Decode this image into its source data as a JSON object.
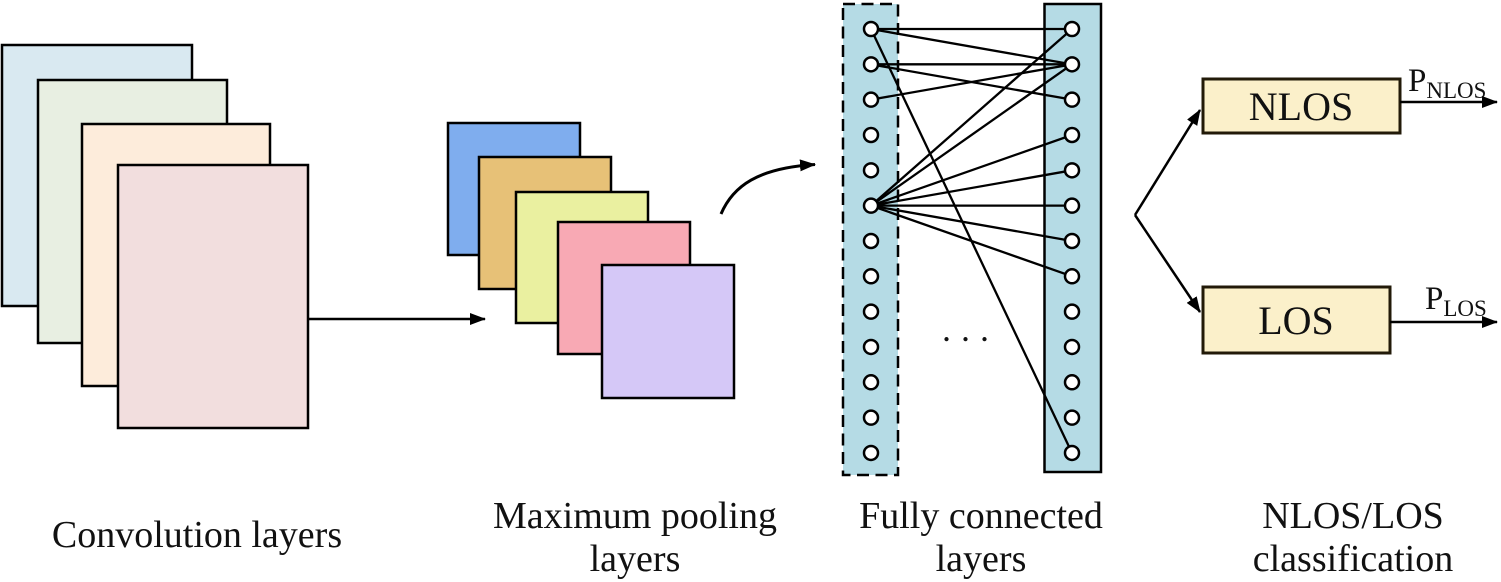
{
  "sections": {
    "convolution": {
      "label": "Convolution layers",
      "layer_colors": [
        "#d9e9f1",
        "#e8efe2",
        "#fdecdb",
        "#f2dede"
      ]
    },
    "pooling": {
      "label_line1": "Maximum pooling",
      "label_line2": "layers",
      "layer_colors": [
        "#7fadee",
        "#e7c177",
        "#eaf0a0",
        "#f8a9b4",
        "#d5c8f7"
      ]
    },
    "fully_connected": {
      "label_line1": "Fully connected",
      "label_line2": "layers",
      "column_fill": "#b5dbe5",
      "left_neuron_count": 13,
      "right_neuron_count": 13,
      "ellipsis": ". . .",
      "edges": [
        [
          1,
          1
        ],
        [
          1,
          2
        ],
        [
          1,
          13
        ],
        [
          2,
          2
        ],
        [
          2,
          3
        ],
        [
          3,
          2
        ],
        [
          6,
          1
        ],
        [
          6,
          2
        ],
        [
          6,
          4
        ],
        [
          6,
          5
        ],
        [
          6,
          6
        ],
        [
          6,
          7
        ],
        [
          6,
          8
        ]
      ]
    },
    "classification": {
      "label_line1": "NLOS/LOS",
      "label_line2": "classification",
      "box_fill": "#fbf0ca",
      "boxes": [
        {
          "label": "NLOS",
          "prob_symbol": "P",
          "prob_subscript": "NLOS"
        },
        {
          "label": "LOS",
          "prob_symbol": "P",
          "prob_subscript": "LOS"
        }
      ]
    }
  },
  "colors": {
    "outline": "#000000",
    "background": "#ffffff",
    "text": "#111111"
  }
}
